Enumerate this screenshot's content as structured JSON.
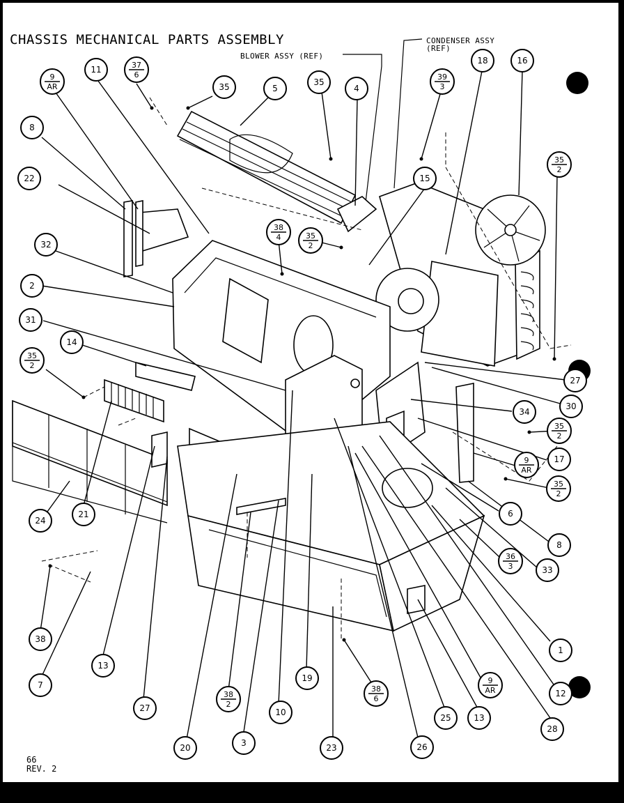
{
  "diagram": {
    "title": "CHASSIS MECHANICAL PARTS ASSEMBLY",
    "blower_ref": "BLOWER ASSY (REF)",
    "condenser_ref_line1": "CONDENSER ASSY",
    "condenser_ref_line2": "(REF)",
    "footer_line1": "66",
    "footer_line2": "REV. 2",
    "callouts": [
      {
        "label": "11"
      },
      {
        "top": "37",
        "bottom": "6"
      },
      {
        "label": "35"
      },
      {
        "label": "5"
      },
      {
        "label": "35"
      },
      {
        "label": "4"
      },
      {
        "top": "39",
        "bottom": "3"
      },
      {
        "label": "18"
      },
      {
        "label": "16"
      },
      {
        "top": "9",
        "bottom": "AR"
      },
      {
        "label": "8"
      },
      {
        "label": "22"
      },
      {
        "label": "15"
      },
      {
        "top": "35",
        "bottom": "2"
      },
      {
        "label": "32"
      },
      {
        "top": "38",
        "bottom": "4"
      },
      {
        "top": "35",
        "bottom": "2"
      },
      {
        "label": "2"
      },
      {
        "label": "31"
      },
      {
        "label": "14"
      },
      {
        "top": "35",
        "bottom": "2"
      },
      {
        "label": "27"
      },
      {
        "label": "30"
      },
      {
        "label": "34"
      },
      {
        "top": "35",
        "bottom": "2"
      },
      {
        "label": "17"
      },
      {
        "top": "9",
        "bottom": "AR"
      },
      {
        "top": "35",
        "bottom": "2"
      },
      {
        "label": "6"
      },
      {
        "label": "8"
      },
      {
        "label": "24"
      },
      {
        "label": "21"
      },
      {
        "top": "36",
        "bottom": "3"
      },
      {
        "label": "33"
      },
      {
        "label": "1"
      },
      {
        "label": "38"
      },
      {
        "label": "13"
      },
      {
        "label": "19"
      },
      {
        "top": "9",
        "bottom": "AR"
      },
      {
        "label": "12"
      },
      {
        "label": "7"
      },
      {
        "label": "27"
      },
      {
        "top": "38",
        "bottom": "2"
      },
      {
        "label": "10"
      },
      {
        "top": "38",
        "bottom": "6"
      },
      {
        "label": "25"
      },
      {
        "label": "13"
      },
      {
        "label": "28"
      },
      {
        "label": "20"
      },
      {
        "label": "3"
      },
      {
        "label": "23"
      },
      {
        "label": "26"
      }
    ]
  }
}
